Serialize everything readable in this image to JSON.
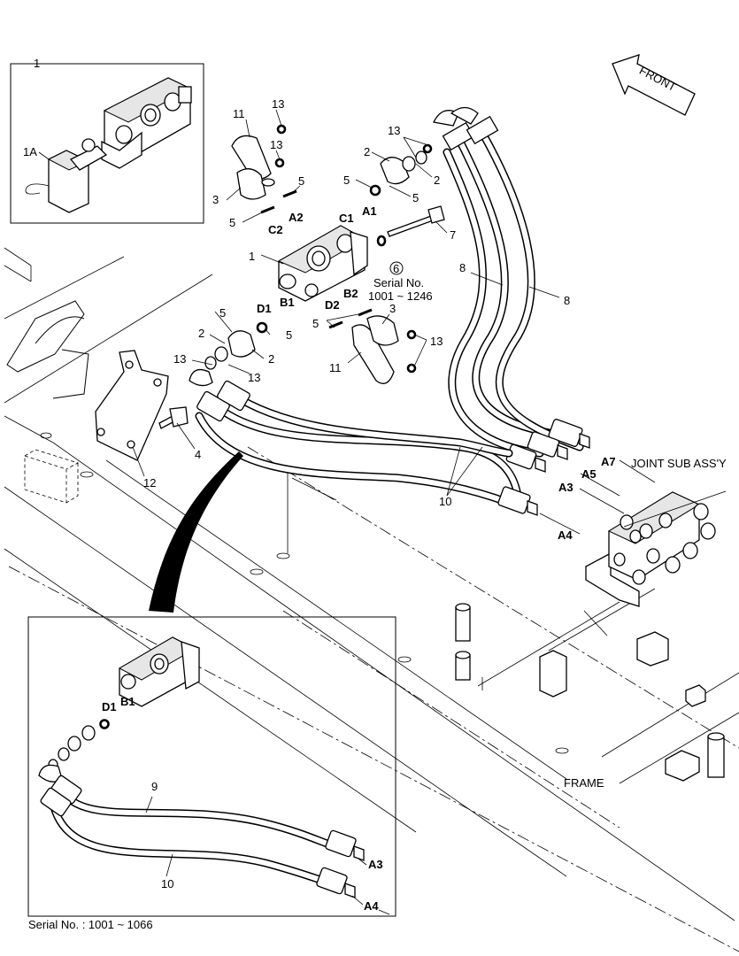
{
  "labels": {
    "front": "FRONT",
    "joint": "JOINT SUB ASS'Y",
    "frame": "FRAME",
    "serial_range": "Serial No.\n1001 ~ 1246",
    "serial_range_l1": "Serial No.",
    "serial_range_l2": "1001 ~ 1246",
    "serial_footer": "Serial No. : 1001 ~ 1066",
    "circled_6": "6"
  },
  "callouts": {
    "p1": "1",
    "p1a": "1A",
    "p2": "2",
    "p3": "3",
    "p4": "4",
    "p5": "5",
    "p7": "7",
    "p8": "8",
    "p9": "9",
    "p10": "10",
    "p11": "11",
    "p12": "12",
    "p13": "13"
  },
  "ports": {
    "a1": "A1",
    "a2": "A2",
    "a3": "A3",
    "a4": "A4",
    "a5": "A5",
    "a7": "A7",
    "b1": "B1",
    "b2": "B2",
    "c1": "C1",
    "c2": "C2",
    "d1": "D1",
    "d2": "D2"
  }
}
